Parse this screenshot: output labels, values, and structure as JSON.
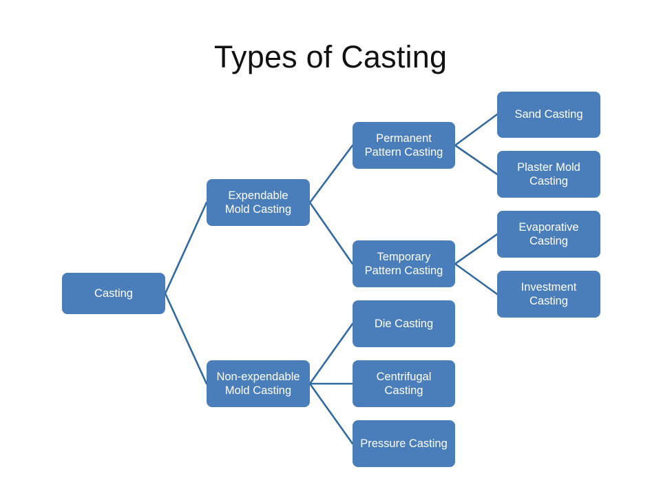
{
  "slide": {
    "title": "Types of Casting",
    "background_color": "#ffffff",
    "node_fill_color": "#4a7ebb",
    "node_text_color": "#ffffff",
    "connector_color": "#31699e",
    "title_color": "#111111"
  },
  "nodes": {
    "root": {
      "label": "Casting"
    },
    "expendable": {
      "label": "Expendable\nMold Casting"
    },
    "non_expendable": {
      "label": "Non-expendable\nMold Casting"
    },
    "permanent_pattern": {
      "label": "Permanent\nPattern Casting"
    },
    "temporary_pattern": {
      "label": "Temporary\nPattern Casting"
    },
    "sand": {
      "label": "Sand Casting"
    },
    "plaster_mold": {
      "label": "Plaster Mold\nCasting"
    },
    "evaporative": {
      "label": "Evaporative\nCasting"
    },
    "investment": {
      "label": "Investment\nCasting"
    },
    "die": {
      "label": "Die Casting"
    },
    "centrifugal": {
      "label": "Centrifugal\nCasting"
    },
    "pressure": {
      "label": "Pressure  Casting"
    }
  }
}
